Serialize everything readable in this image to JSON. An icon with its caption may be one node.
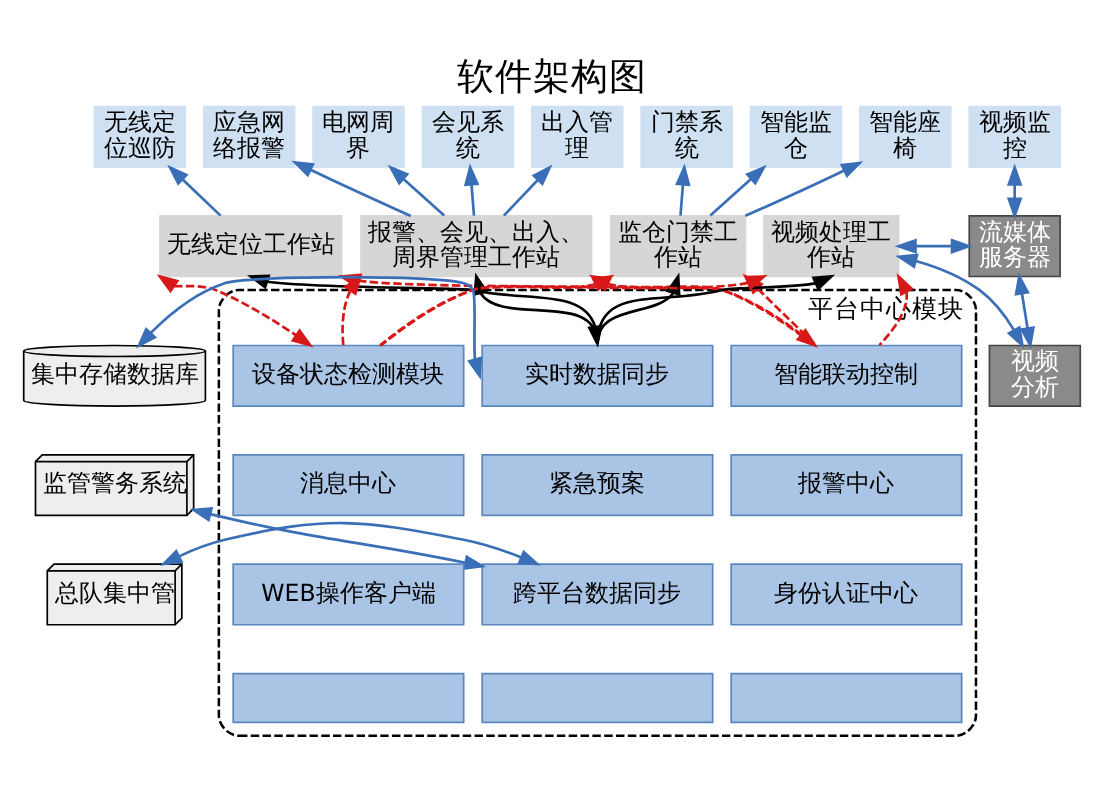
{
  "diagram": {
    "title": "软件架构图",
    "nodes": [
      {
        "text": [
          "无线定位巡防"
        ]
      },
      {
        "text": [
          "应急网络报警"
        ]
      },
      {
        "text": [
          "电网周界"
        ]
      },
      {
        "text": [
          "会见系统"
        ]
      },
      {
        "text": [
          "出入管理"
        ]
      },
      {
        "text": [
          "门禁系统"
        ]
      },
      {
        "text": [
          "智能监仓"
        ]
      },
      {
        "text": [
          "智能座椅"
        ]
      },
      {
        "text": [
          "视频监控"
        ]
      },
      {
        "text": [
          "流媒体服务器"
        ]
      },
      {
        "text": [
          "无线定位工作站"
        ]
      },
      {
        "text": [
          "报警、会见、出入、周界管理工作站"
        ]
      },
      {
        "text": [
          "监仓门禁工作站"
        ]
      },
      {
        "text": [
          "视频处理工作站"
        ]
      },
      {
        "text": [
          "视频分析"
        ]
      },
      {
        "text": [
          "集中存储数据库"
        ]
      },
      {
        "text": [
          "监管警务系统"
        ]
      },
      {
        "text": [
          "总队集中管"
        ]
      },
      {
        "text": [
          "平台中心模块"
        ]
      },
      {
        "text": [
          "实时数据同步"
        ],
        "in": 18
      },
      {
        "text": [
          "设备状态检测模块"
        ],
        "in": 18
      },
      {
        "text": [
          "智能联动控制"
        ],
        "in": 18
      },
      {
        "text": [
          "紧急预案"
        ],
        "in": 18
      },
      {
        "text": [
          "消息中心"
        ],
        "in": 18
      },
      {
        "text": [
          "报警中心"
        ],
        "in": 18
      },
      {
        "text": [
          "跨平台数据同步"
        ],
        "in": 18
      },
      {
        "text": [
          "WEB操作客户端"
        ],
        "in": 18
      },
      {
        "text": [
          "身份认证中心"
        ],
        "in": 18
      },
      {
        "text": [],
        "shape": "box",
        "in": 18
      },
      {
        "text": [],
        "shape": "box",
        "in": 18
      },
      {
        "text": [],
        "shape": "box",
        "in": 18
      }
    ],
    "edges": [
      {
        "from": 10,
        "to": 0,
        "arrow": "to"
      },
      {
        "from": 11,
        "to": 1,
        "arrow": "to"
      },
      {
        "from": 11,
        "to": 2,
        "arrow": "to"
      },
      {
        "from": 11,
        "to": 3,
        "arrow": "to"
      },
      {
        "from": 11,
        "to": 4,
        "arrow": "to"
      },
      {
        "from": 12,
        "to": 5,
        "arrow": "to"
      },
      {
        "from": 12,
        "to": 6,
        "arrow": "to"
      },
      {
        "from": 12,
        "to": 7,
        "arrow": "to"
      },
      {
        "from": 9,
        "to": 8,
        "arrow": "both"
      },
      {
        "from": 13,
        "to": 9,
        "arrow": "both"
      },
      {
        "from": 9,
        "to": 14,
        "arrow": "both"
      },
      {
        "from": 13,
        "to": 14,
        "arrow": "both"
      },
      {
        "from": 19,
        "to": 10,
        "arrow": "both",
        "color": "#000000"
      },
      {
        "from": 19,
        "to": 11,
        "arrow": "to",
        "color": "#000000"
      },
      {
        "from": 19,
        "to": 12,
        "arrow": "to",
        "color": "#000000"
      },
      {
        "from": 19,
        "to": 13,
        "arrow": "to",
        "color": "#000000"
      },
      {
        "from": 20,
        "to": 10,
        "arrow": "both",
        "style": "dashed",
        "color": "#d81818"
      },
      {
        "from": 20,
        "to": 11,
        "arrow": "to",
        "style": "dashed",
        "color": "#d81818"
      },
      {
        "from": 20,
        "to": 12,
        "arrow": "to",
        "style": "dashed",
        "color": "#d81818"
      },
      {
        "from": 20,
        "to": 13,
        "arrow": "to",
        "style": "dashed",
        "color": "#d81818"
      },
      {
        "from": 21,
        "to": 10,
        "arrow": "both",
        "style": "dashed",
        "color": "#d81818"
      },
      {
        "from": 21,
        "to": 11,
        "arrow": "to",
        "style": "dashed",
        "color": "#d81818"
      },
      {
        "from": 21,
        "to": 12,
        "arrow": "to",
        "style": "dashed",
        "color": "#d81818"
      },
      {
        "from": 21,
        "to": 13,
        "arrow": "to",
        "style": "dashed",
        "color": "#d81818"
      },
      {
        "from": 15,
        "to": 19,
        "arrow": "both"
      },
      {
        "from": 16,
        "to": 25,
        "arrow": "both"
      },
      {
        "from": 17,
        "to": 25,
        "arrow": "both"
      }
    ]
  }
}
